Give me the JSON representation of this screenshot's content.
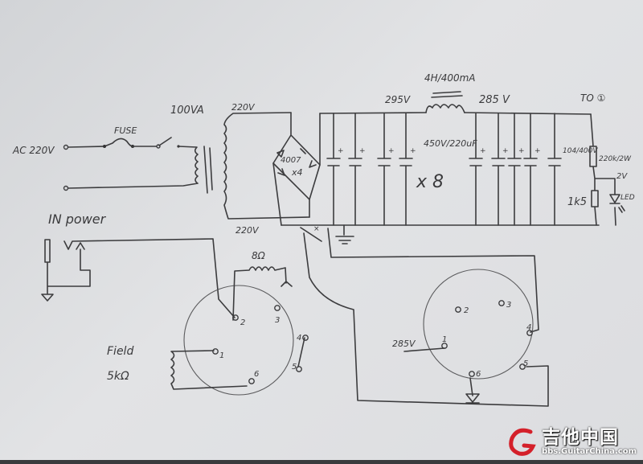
{
  "schematic": {
    "ac_input": "AC 220V",
    "fuse": "FUSE",
    "transformer_rating": "100VA",
    "secondary_top": "220V",
    "secondary_bottom": "220V",
    "bridge_diodes": "4007",
    "bridge_count": "x4",
    "voltage_pre_choke": "295V",
    "choke": "4H/400mA",
    "voltage_post_choke": "285 V",
    "to_label": "TO ①",
    "capacitor_rating": "450V/220uF",
    "capacitor_count": "x 8",
    "film_cap": "104/400V",
    "resistor_top": "220k/2W",
    "led_voltage": "2V",
    "led": "LED",
    "resistor_bottom": "1k5",
    "in_power": "IN power",
    "speaker_coil": "8Ω",
    "field_label": "Field",
    "field_resistance": "5kΩ",
    "right_socket_supply": "285V",
    "left_socket_pins": [
      "1",
      "2",
      "3",
      "4",
      "5",
      "6"
    ],
    "right_socket_pins": [
      "1",
      "2",
      "3",
      "4",
      "5",
      "6"
    ]
  },
  "watermark": {
    "title": "吉他中国",
    "url": "bbs.GuitarChina.com",
    "color": "#d4202a"
  }
}
